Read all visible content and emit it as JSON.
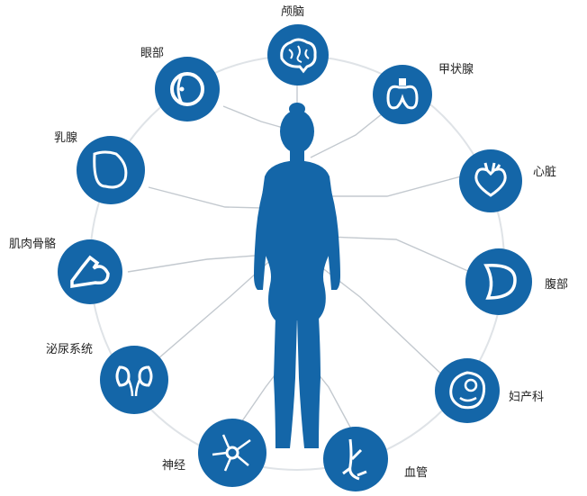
{
  "colors": {
    "primary": "#1466a8",
    "ring": "#d9dde2",
    "line": "#bfc5cc",
    "icon_fill": "#ffffff"
  },
  "organs": [
    {
      "key": "brain",
      "label": "颅脑",
      "icon": "brain-icon"
    },
    {
      "key": "thyroid",
      "label": "甲状腺",
      "icon": "thyroid-icon"
    },
    {
      "key": "heart",
      "label": "心脏",
      "icon": "heart-icon"
    },
    {
      "key": "abdomen",
      "label": "腹部",
      "icon": "abdomen-icon"
    },
    {
      "key": "gyn",
      "label": "妇产科",
      "icon": "fetus-icon"
    },
    {
      "key": "vessel",
      "label": "血管",
      "icon": "blood-vessel-icon"
    },
    {
      "key": "nerve",
      "label": "神经",
      "icon": "neuron-icon"
    },
    {
      "key": "urinary",
      "label": "泌尿系统",
      "icon": "kidney-icon"
    },
    {
      "key": "muscle",
      "label": "肌肉骨骼",
      "icon": "arm-muscle-icon"
    },
    {
      "key": "breast",
      "label": "乳腺",
      "icon": "breast-icon"
    },
    {
      "key": "eye",
      "label": "眼部",
      "icon": "eye-icon"
    }
  ]
}
